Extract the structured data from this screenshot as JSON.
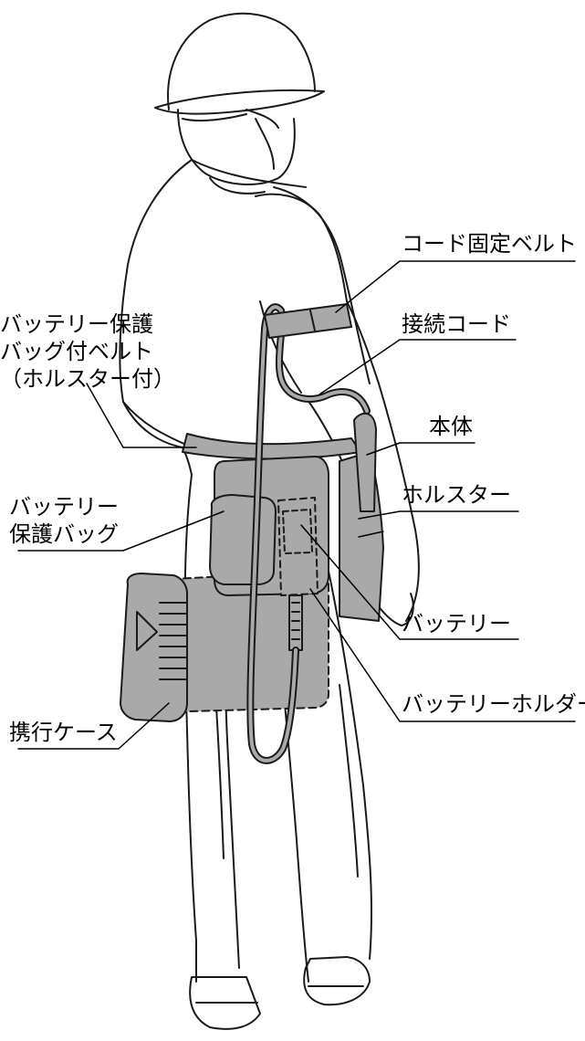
{
  "labels": {
    "cord_belt": "コード固定ベルト",
    "battery_belt": [
      "バッテリー保護",
      "バッグ付ベルト",
      "（ホルスター付）"
    ],
    "connection_cord": "接続コード",
    "main_unit": "本体",
    "holster": "ホルスター",
    "battery_bag": [
      "バッテリー",
      "保護バッグ"
    ],
    "battery": "バッテリー",
    "battery_holder": "バッテリーホルダー",
    "carry_case": "携行ケース"
  },
  "colors": {
    "fill_gray": "#a9a9a9",
    "line": "#1a1a1a",
    "text": "#000000",
    "background": "#ffffff"
  }
}
